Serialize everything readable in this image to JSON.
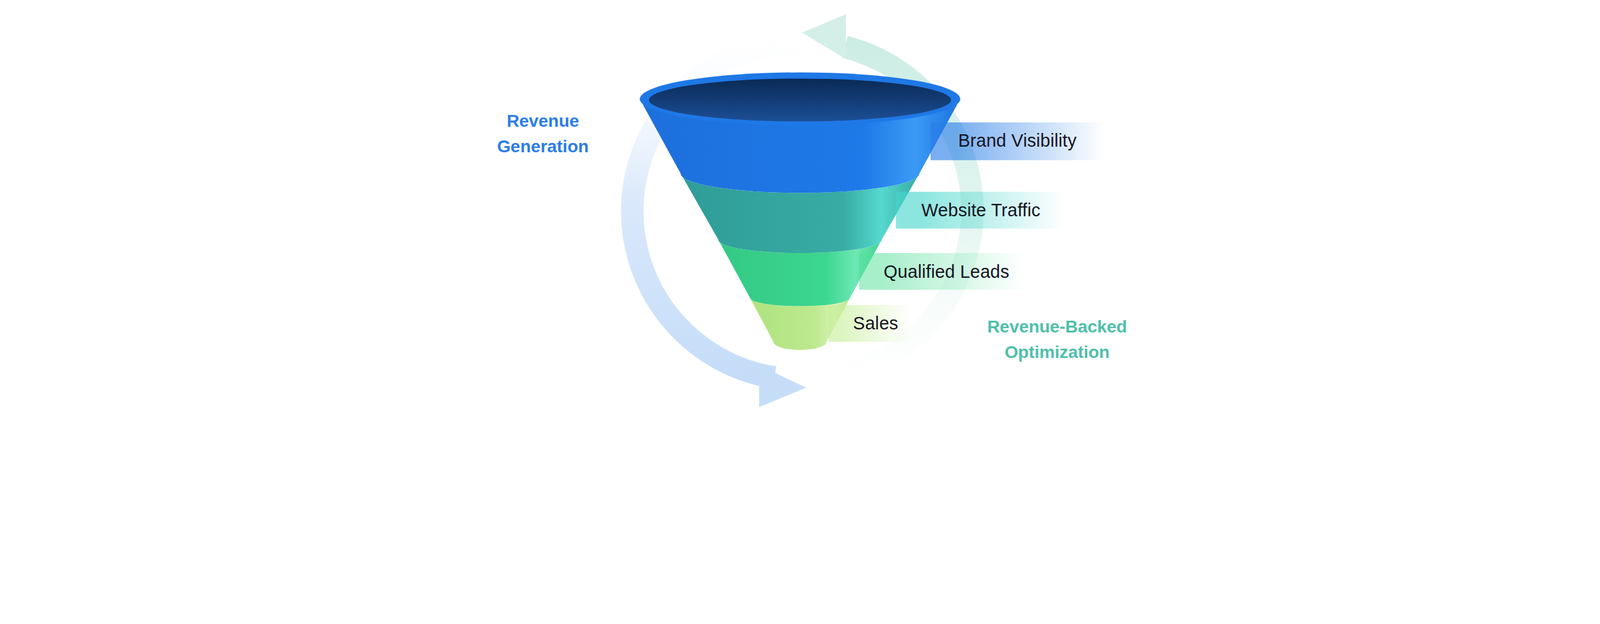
{
  "diagram": {
    "nodes": [
      {
        "text": [
          "Brand Visibility"
        ]
      },
      {
        "text": [
          "Website Traffic"
        ]
      },
      {
        "text": [
          "Qualified Leads"
        ]
      },
      {
        "text": [
          "Sales"
        ]
      }
    ],
    "labels": [
      "Revenue Generation",
      "Revenue-Backed Optimization"
    ]
  }
}
